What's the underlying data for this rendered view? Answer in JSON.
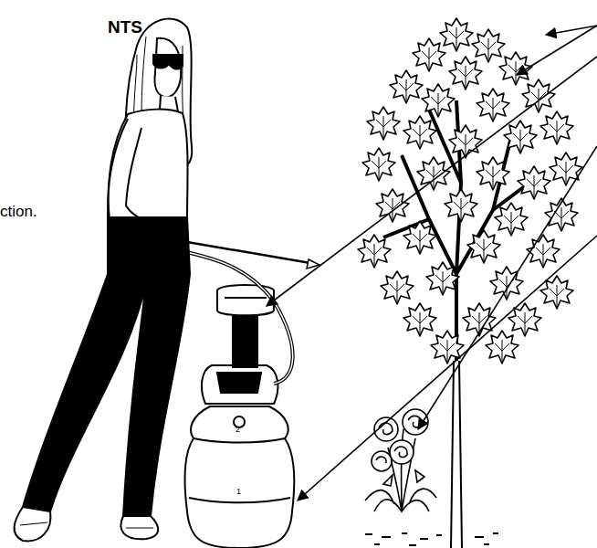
{
  "diagram": {
    "labels": [
      "NTS",
      "ction.",
      "2",
      "1"
    ]
  }
}
